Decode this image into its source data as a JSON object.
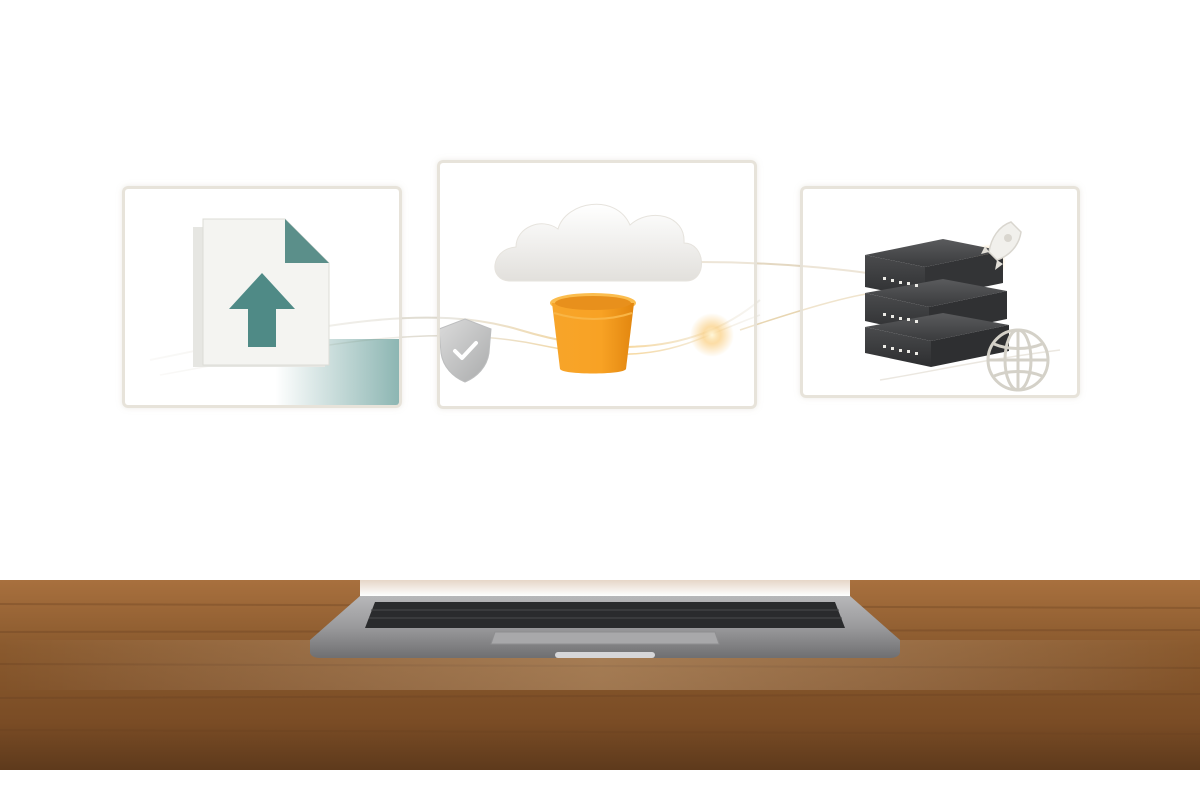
{
  "scene": {
    "panels": [
      {
        "name": "file-upload-panel",
        "icon": "file-upload-icon"
      },
      {
        "name": "cloud-storage-panel",
        "icon": "cloud-bucket-icon"
      },
      {
        "name": "server-hosting-panel",
        "icon": "server-rack-icon"
      }
    ],
    "connector_icon": "shield-check-icon",
    "extra_icons": [
      "rocket-icon",
      "globe-icon"
    ],
    "colors": {
      "teal_arrow": "#4f8a86",
      "bucket_orange": "#f59a1f",
      "server_dark": "#3a3b3d",
      "desk_wood": "#8a5a2e",
      "laptop_silver": "#9a9a9c",
      "glow_gold": "#f3b23a"
    }
  }
}
